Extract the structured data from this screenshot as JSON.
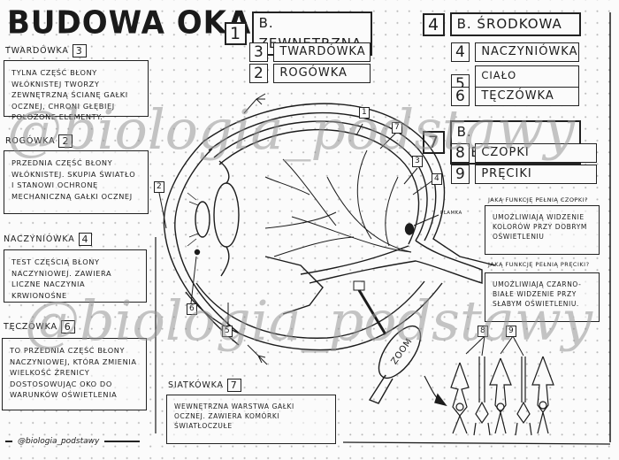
{
  "title": "BUDOWA OKA",
  "left_sections": [
    {
      "name": "TWARDÓWKA",
      "number": "3",
      "text": "TYLNA CZĘŚĆ BŁONY WŁÓKNISTEJ TWORZY ZEWNĘTRZNĄ ŚCIANĘ GAŁKI OCZNEJ, CHRONI GŁĘBIEJ POŁOŻONE ELEMENTY."
    },
    {
      "name": "ROGÓWKA",
      "number": "2",
      "text": "PRZEDNIA CZĘŚĆ BŁONY WŁÓKNISTEJ. SKUPIA ŚWIATŁO I STANOWI OCHRONĘ MECHANICZNĄ GAŁKI OCZNEJ"
    },
    {
      "name": "NACZYNIÓWKA",
      "number": "4",
      "text": "TEST CZĘŚCIĄ BŁONY NACZYNIOWEJ. ZAWIERA LICZNE NACZYNIA KRWIONOŚNE"
    },
    {
      "name": "TĘCZÓWKA",
      "number": "6",
      "text": "TO PRZEDNIA CZĘŚĆ BŁONY NACZYNIOWEJ, KTÓRA ZMIENIA WIELKOŚĆ ŹRENICY DOSTOSOWUJĄC OKO DO WARUNKÓW OŚWIETLENIA"
    }
  ],
  "bottom_section": {
    "name": "SIATKÓWKA",
    "number": "7",
    "text": "WEWNĘTRZNA WARSTWA GAŁKI OCZNEJ. ZAWIERA KOMÓRKI ŚWIATŁOCZUŁE"
  },
  "legend": {
    "outer": {
      "number": "1",
      "label": "B. ZEWNĘTRZNA",
      "items": [
        {
          "number": "3",
          "label": "TWARDÓWKA"
        },
        {
          "number": "2",
          "label": "ROGÓWKA"
        }
      ]
    },
    "middle": {
      "number": "4",
      "label": "B. ŚRODKOWA",
      "items": [
        {
          "number": "4",
          "label": "NACZYNIÓWKA"
        },
        {
          "number": "5",
          "label": "CIAŁO RZĘSKOWE"
        },
        {
          "number": "6",
          "label": "TĘCZÓWKA"
        }
      ]
    },
    "inner": {
      "number": "7",
      "label": "B. WEWNĘTRZNA",
      "items": [
        {
          "number": "8",
          "label": "CZOPKI"
        },
        {
          "number": "9",
          "label": "PRĘCIKI"
        }
      ]
    }
  },
  "questions": [
    {
      "question": "JAKĄ FUNKCJĘ PEŁNIĄ CZOPKI?",
      "answer": "UMOŻLIWIAJĄ WIDZENIE KOLORÓW PRZY DOBRYM OŚWIETLENIU"
    },
    {
      "question": "JAKĄ FUNKCJĘ PEŁNIĄ PRĘCIKI?",
      "answer": "UMOŻLIWIAJĄ CZARNO-BIAŁE WIDZENIE PRZY SŁABYM OŚWIETLENIU."
    }
  ],
  "diagram": {
    "labels": [
      "1",
      "7",
      "3",
      "4",
      "2",
      "6",
      "5"
    ],
    "plamka": "PLAMKA",
    "zoom": "ZOOM",
    "cell_labels": [
      "8",
      "9"
    ]
  },
  "watermark": "@biologia_podstawy",
  "footer": "@biologia_podstawy",
  "colors": {
    "ink": "#1c1c1c",
    "paper": "#fbfbfb",
    "dots": "#b9b9b9",
    "watermark": "#969696"
  }
}
